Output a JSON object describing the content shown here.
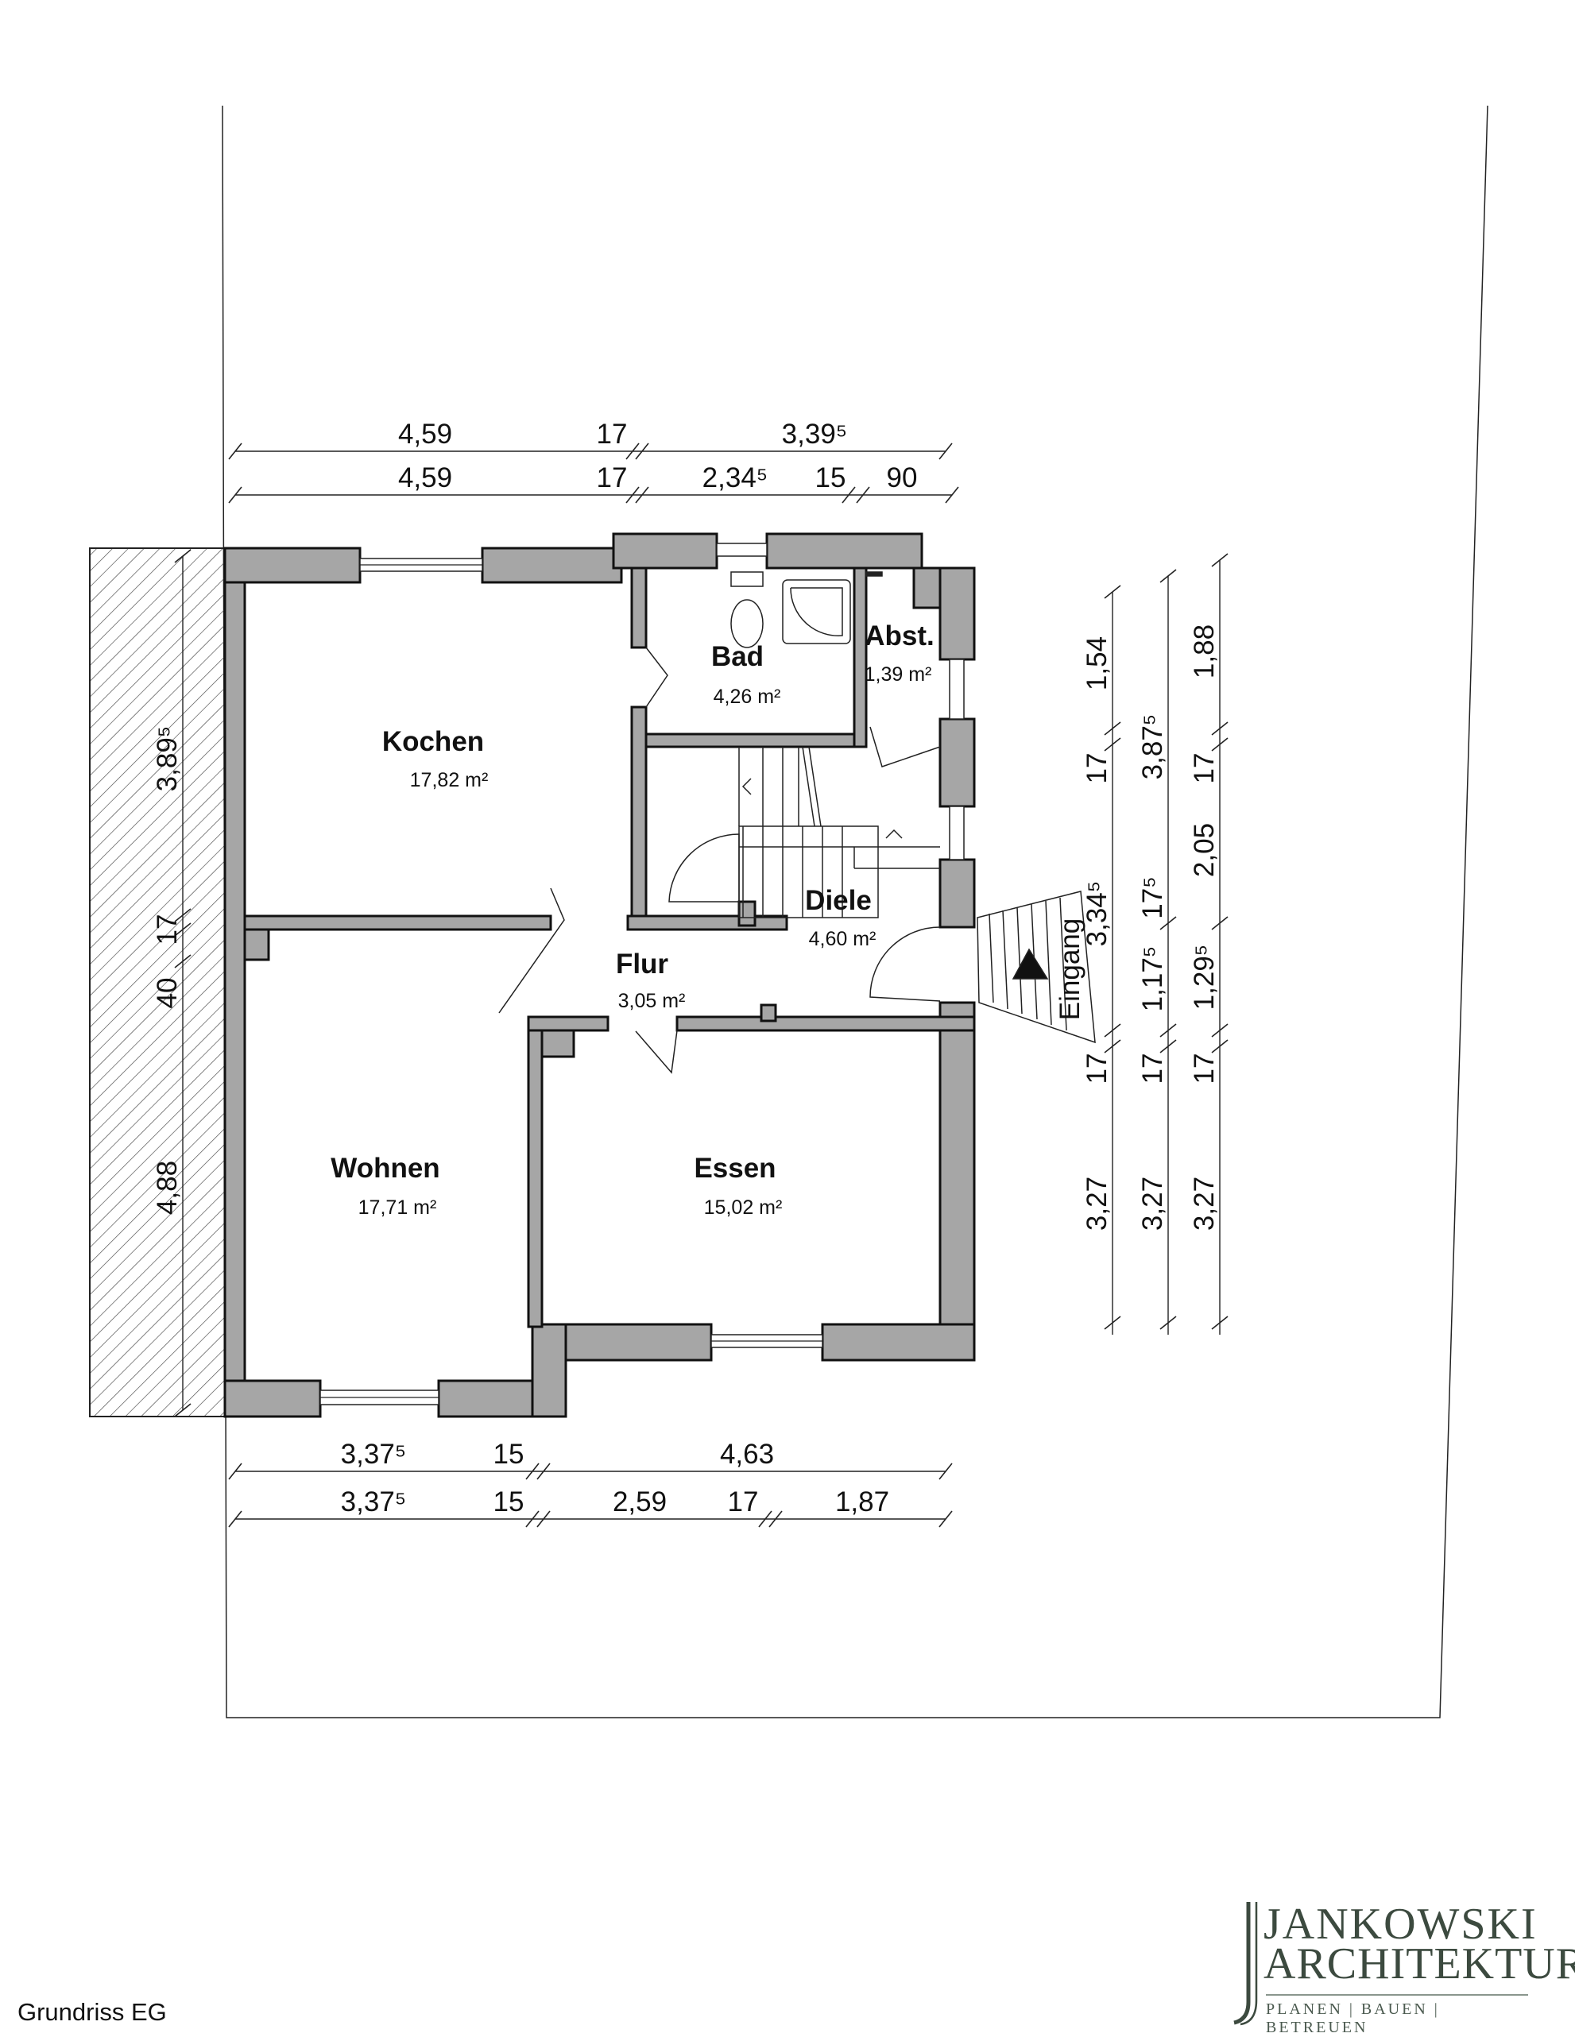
{
  "title": "Grundriss EG",
  "logo": {
    "line1": "JANKOWSKI",
    "line2": "ARCHITEKTUR",
    "tagline": "PLANEN | BAUEN | BETREUEN"
  },
  "rooms": [
    {
      "name": "Kochen",
      "area": "17,82 m²"
    },
    {
      "name": "Bad",
      "area": "4,26 m²"
    },
    {
      "name": "Abst.",
      "area": "1,39 m²"
    },
    {
      "name": "Diele",
      "area": "4,60 m²"
    },
    {
      "name": "Flur",
      "area": "3,05 m²"
    },
    {
      "name": "Wohnen",
      "area": "17,71 m²"
    },
    {
      "name": "Essen",
      "area": "15,02 m²"
    }
  ],
  "entrance_label": "Eingang",
  "dimensions": {
    "top_row1": [
      "4,59",
      "17",
      "3,39⁵"
    ],
    "top_row2": [
      "4,59",
      "17",
      "2,34⁵",
      "15",
      "90"
    ],
    "bottom_row1": [
      "3,37⁵",
      "15",
      "4,63"
    ],
    "bottom_row2": [
      "3,37⁵",
      "15",
      "2,59",
      "17",
      "1,87"
    ],
    "left_col": [
      "3,89⁵",
      "17",
      "40",
      "4,88"
    ],
    "right_col1": [
      "1,54",
      "17",
      "3,34⁵",
      "17",
      "3,27"
    ],
    "right_col2": [
      "3,87⁵",
      "17⁵",
      "1,17⁵",
      "17",
      "3,27"
    ],
    "right_col3": [
      "1,88",
      "17",
      "2,05",
      "1,29⁵",
      "17",
      "3,27"
    ]
  }
}
